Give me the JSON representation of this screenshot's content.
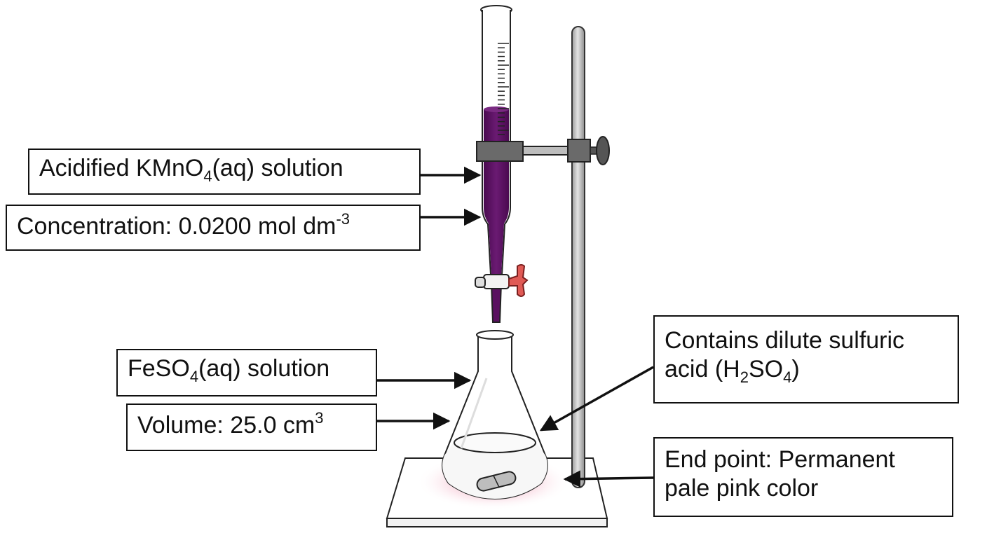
{
  "labels": {
    "titrant": {
      "before": "Acidified KMnO",
      "sub": "4",
      "after": "(aq) solution"
    },
    "concentration": {
      "before": "Concentration: 0.0200 mol dm",
      "sup": "-3"
    },
    "analyte": {
      "before": "FeSO",
      "sub": "4",
      "after": "(aq) solution"
    },
    "volume": {
      "before": "Volume: 25.0 cm",
      "sup": "3"
    },
    "acid": {
      "line1": "Contains dilute sulfuric",
      "line2_before": "acid (H",
      "line2_sub1": "2",
      "line2_mid": "SO",
      "line2_sub2": "4",
      "line2_after": ")"
    },
    "endpoint": {
      "line1": "End point: Permanent",
      "line2": "pale pink color"
    }
  },
  "colors": {
    "permanganate": "#5a1060",
    "stopcock_handle": "#e05a55",
    "clamp": "#6a6a6a",
    "glass_outline": "#222222",
    "pink_glow": "#f4b6c8"
  }
}
